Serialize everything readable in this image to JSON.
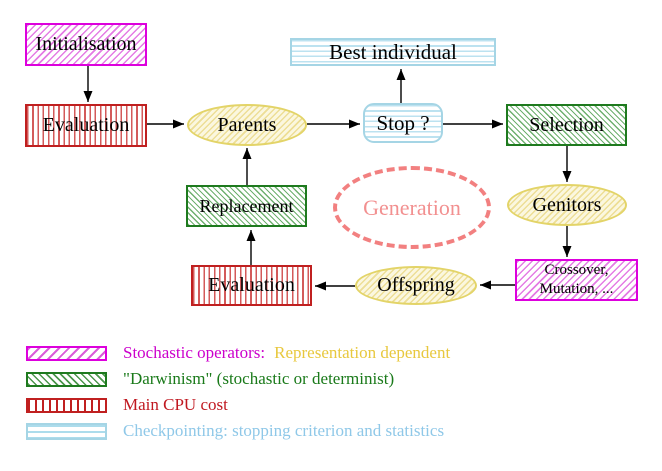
{
  "nodes": {
    "initialisation": {
      "label": "Initialisation"
    },
    "evaluation_top": {
      "label": "Evaluation"
    },
    "parents": {
      "label": "Parents"
    },
    "best_individual": {
      "label": "Best individual"
    },
    "stop": {
      "label": "Stop ?"
    },
    "selection": {
      "label": "Selection"
    },
    "genitors": {
      "label": "Genitors"
    },
    "crossover_mutation": {
      "line1": "Crossover,",
      "line2": "Mutation, ..."
    },
    "offspring": {
      "label": "Offspring"
    },
    "evaluation_bottom": {
      "label": "Evaluation"
    },
    "replacement": {
      "label": "Replacement"
    },
    "generation": {
      "label": "Generation"
    }
  },
  "legend": {
    "stochastic_operators": {
      "swatch": "magenta-diagonal-hatch",
      "label": "Stochastic operators:",
      "qualifier": "Representation dependent"
    },
    "darwinism": {
      "swatch": "green-diagonal-hatch",
      "label": "\"Darwinism\" (stochastic or determinist)"
    },
    "main_cpu_cost": {
      "swatch": "red-vertical-lines",
      "label": "Main CPU cost"
    },
    "checkpointing": {
      "swatch": "cyan-horizontal-lines",
      "label": "Checkpointing: stopping criterion and statistics"
    }
  },
  "colors": {
    "magenta": "#DD00DD",
    "dark_green": "#1E7A1E",
    "dark_red": "#C02020",
    "light_blue_border": "#A5D5E5",
    "khaki_border": "#E3D468",
    "pale_yellow_fill": "#FBF7DF",
    "salmon_dash": "#F28080",
    "magenta_text": "#CC00CC",
    "gold_text": "#E8C83E",
    "green_text": "#1A7A1A",
    "red_text": "#C01820",
    "cyan_text": "#8FC8E8",
    "arrow_black": "#000000"
  }
}
